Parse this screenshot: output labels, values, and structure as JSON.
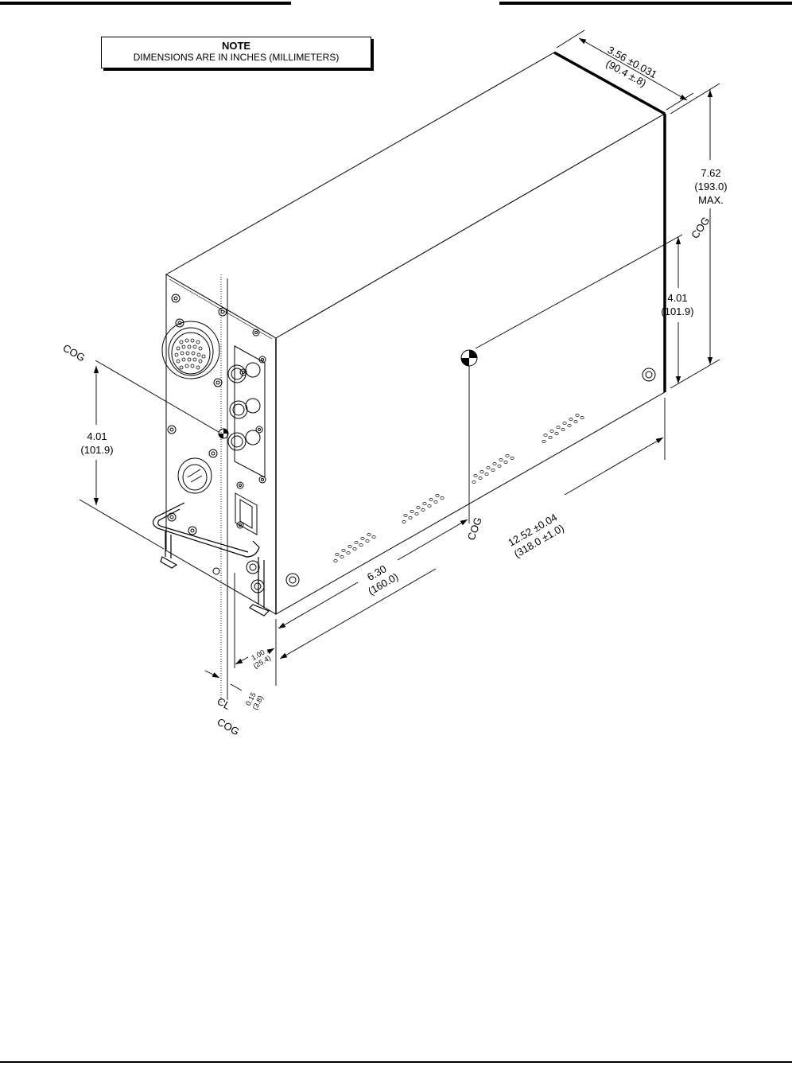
{
  "note": {
    "title": "NOTE",
    "text": "DIMENSIONS ARE IN INCHES (MILLIMETERS)"
  },
  "dimensions": {
    "depth": {
      "in": "3.56 ±0.031",
      "mm": "(90.4 ±.8)"
    },
    "height": {
      "in": "7.62",
      "mm": "(193.0)",
      "suffix": "MAX."
    },
    "cog_height_rear": {
      "in": "4.01",
      "mm": "(101.9)"
    },
    "cog_height_front": {
      "in": "4.01",
      "mm": "(101.9)"
    },
    "length": {
      "in": "12.52 ±0.04",
      "mm": "(318.0  ±1.0)"
    },
    "cog_length": {
      "in": "6.30",
      "mm": "(160.0)"
    },
    "panel_offset": {
      "in": "1.00",
      "mm": "(25.4)"
    },
    "cl_offset": {
      "in": "0.15",
      "mm": "(3.8)"
    }
  },
  "labels": {
    "cog": "COG",
    "centerline": "CL"
  }
}
